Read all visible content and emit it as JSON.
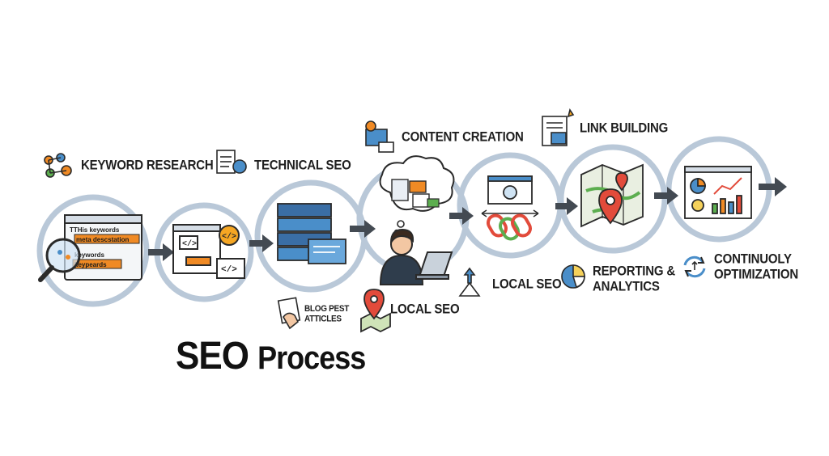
{
  "title": {
    "main": "SEO",
    "rest": "Process"
  },
  "steps": [
    {
      "label": "KEYWORD RESEARCH"
    },
    {
      "label": "TECHNICAL SEO"
    },
    {
      "label": "CONTENT CREATION"
    },
    {
      "label": "LINK BUILDING"
    },
    {
      "label": "BLOG PEST ARTICLES"
    },
    {
      "label": "LOCAL SEO"
    },
    {
      "label": "LOCAL SEO"
    },
    {
      "label": "REPORTING & ANALYTICS"
    },
    {
      "label": "CONTINUOLY OPTIMIZATION"
    }
  ],
  "keyword_panel": {
    "line1": "TTHis keywords",
    "line2": "meta descstation",
    "line3": "keywords",
    "line4": "keypeards"
  },
  "blog_labels": {
    "line1": "BLOG PEST",
    "line2": "ATTICLES"
  },
  "reporting_lines": {
    "line1": "REPORTING &",
    "line2": "ANALYTICS"
  },
  "optimization_lines": {
    "line1": "CONTINUOLY",
    "line2": "OPTIMIZATION"
  },
  "colors": {
    "ring": "#b9c8d8",
    "arrow": "#434a52",
    "accent_orange": "#f08a24",
    "accent_red": "#e24b3b",
    "accent_blue": "#4a8ec9",
    "accent_green": "#5cae4f"
  }
}
